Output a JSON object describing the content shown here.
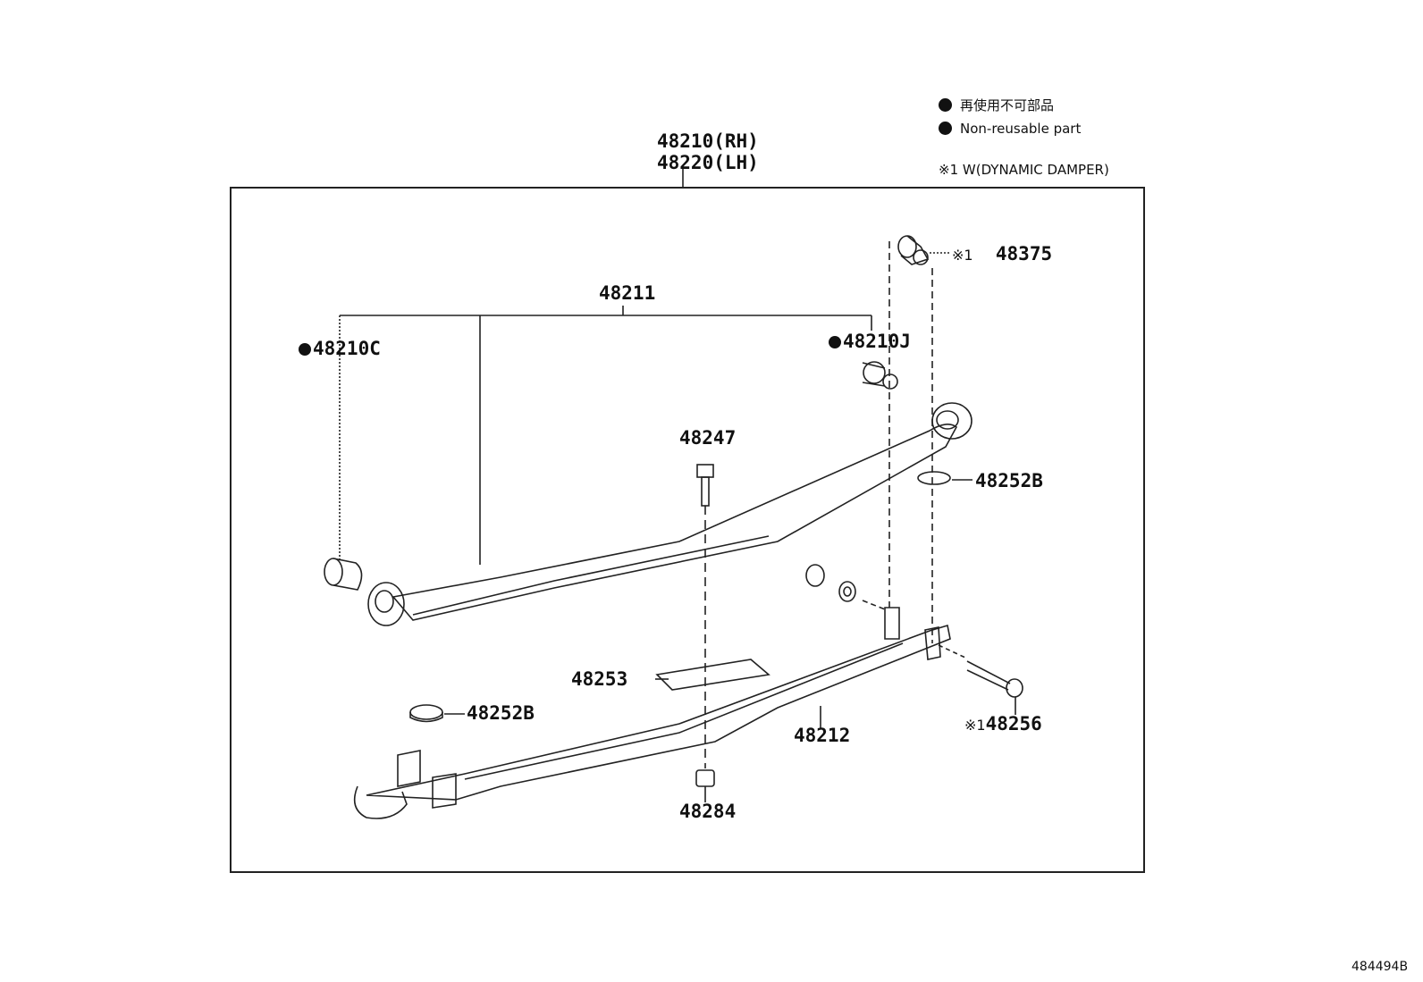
{
  "legend": {
    "non_reusable_jp": "再使用不可部品",
    "non_reusable_en": "Non-reusable part",
    "note": "※1 W(DYNAMIC DAMPER)"
  },
  "parts": {
    "assembly_rh": "48210(RH)",
    "assembly_lh": "48220(LH)",
    "spring_leaf_1": "48211",
    "bushing_c": "48210C",
    "bushing_j": "48210J",
    "damper": "48375",
    "damper_note": "※1",
    "bolt_center": "48247",
    "pad_upper": "48252B",
    "pad_lower": "48252B",
    "plate": "48253",
    "spring_leaf_2": "48212",
    "bolt_side": "48256",
    "bolt_side_note": "※1",
    "nut": "48284"
  },
  "figure_code": "484494B"
}
